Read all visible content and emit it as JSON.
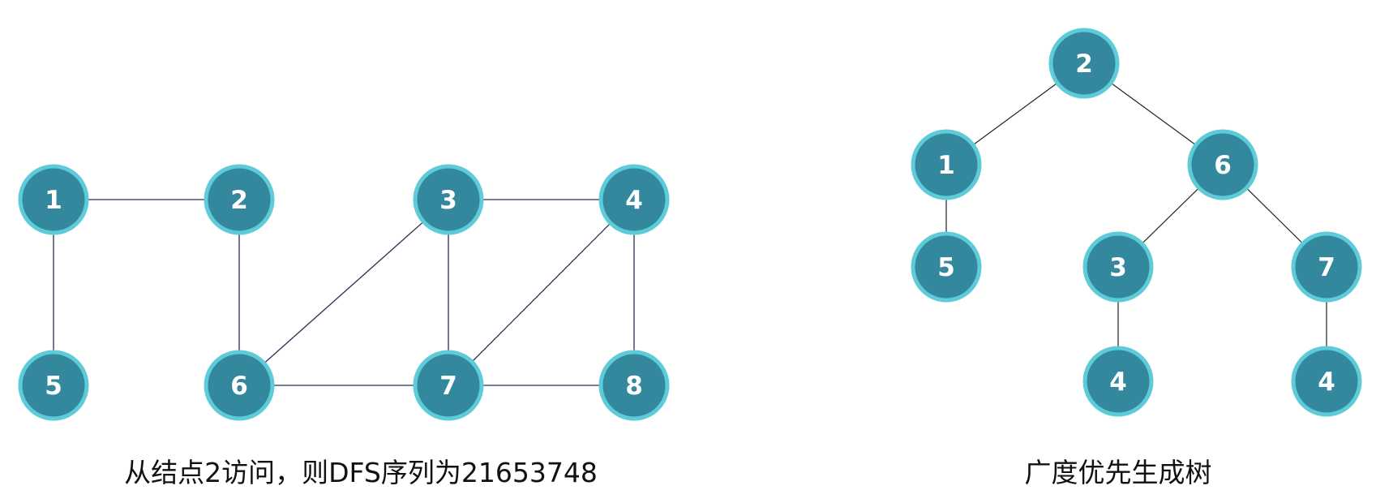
{
  "graph": {
    "nodes": [
      {
        "id": "n1",
        "label": "1"
      },
      {
        "id": "n2",
        "label": "2"
      },
      {
        "id": "n3",
        "label": "3"
      },
      {
        "id": "n4",
        "label": "4"
      },
      {
        "id": "n5",
        "label": "5"
      },
      {
        "id": "n6",
        "label": "6"
      },
      {
        "id": "n7",
        "label": "7"
      },
      {
        "id": "n8",
        "label": "8"
      }
    ],
    "edges": [
      [
        "n1",
        "n2"
      ],
      [
        "n1",
        "n5"
      ],
      [
        "n2",
        "n6"
      ],
      [
        "n3",
        "n4"
      ],
      [
        "n3",
        "n6"
      ],
      [
        "n3",
        "n7"
      ],
      [
        "n4",
        "n7"
      ],
      [
        "n4",
        "n8"
      ],
      [
        "n6",
        "n7"
      ],
      [
        "n7",
        "n8"
      ]
    ],
    "caption": "从结点2访问，则DFS序列为21653748"
  },
  "tree": {
    "nodes": [
      {
        "id": "t2",
        "label": "2"
      },
      {
        "id": "t1",
        "label": "1"
      },
      {
        "id": "t6",
        "label": "6"
      },
      {
        "id": "t5",
        "label": "5"
      },
      {
        "id": "t3",
        "label": "3"
      },
      {
        "id": "t7",
        "label": "7"
      },
      {
        "id": "t4a",
        "label": "4"
      },
      {
        "id": "t4b",
        "label": "4"
      }
    ],
    "edges": [
      [
        "t2",
        "t1"
      ],
      [
        "t2",
        "t6"
      ],
      [
        "t1",
        "t5"
      ],
      [
        "t6",
        "t3"
      ],
      [
        "t6",
        "t7"
      ],
      [
        "t3",
        "t4a"
      ],
      [
        "t7",
        "t4b"
      ]
    ],
    "caption": "广度优先生成树"
  },
  "colors": {
    "node_fill": "#33889d",
    "node_border": "#5ecbd8",
    "node_text": "#ffffff",
    "graph_edge": "#2b2b55",
    "tree_edge": "#222222"
  }
}
